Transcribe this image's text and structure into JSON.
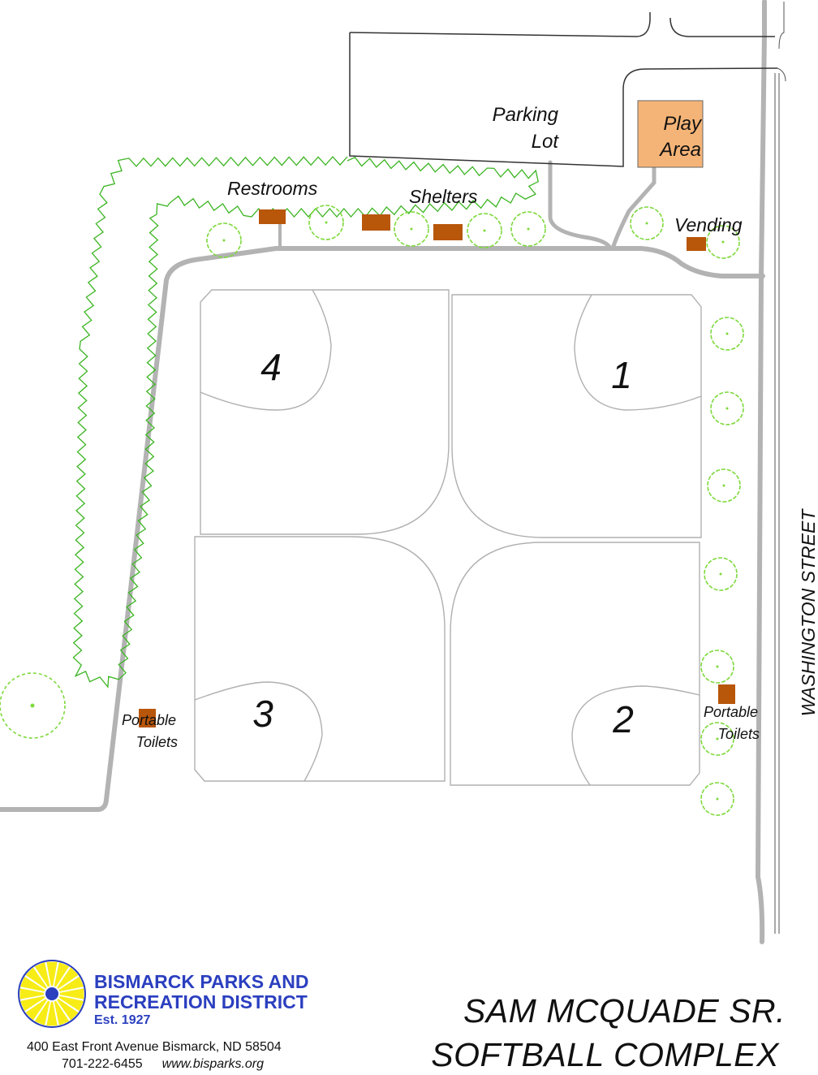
{
  "map": {
    "labels": {
      "parking": [
        "Parking",
        "Lot"
      ],
      "play": [
        "Play",
        "Area"
      ],
      "restrooms": "Restrooms",
      "shelters": "Shelters",
      "vending": "Vending",
      "toilets_left": [
        "Portable",
        "Toilets"
      ],
      "toilets_right": [
        "Portable",
        "Toilets"
      ],
      "street": "WASHINGTON STREET"
    },
    "fields": {
      "f1": "1",
      "f2": "2",
      "f3": "3",
      "f4": "4"
    },
    "colors": {
      "road": "#b3b3b3",
      "tree": "#7dd93b",
      "hedge": "#3bb521",
      "building": "#b8560a",
      "play_area": "#f5b477",
      "field_line": "#b0b0b0"
    }
  },
  "title": {
    "line1": "SAM MCQUADE SR.",
    "line2": "SOFTBALL COMPLEX"
  },
  "org": {
    "name1": "BISMARCK PARKS AND",
    "name2": "RECREATION DISTRICT",
    "est": "Est. 1927",
    "address": "400 East Front Avenue  Bismarck, ND 58504",
    "phone": "701-222-6455",
    "web": "www.bisparks.org",
    "colors": {
      "blue": "#2b3fbf",
      "yellow": "#f7ec16"
    }
  }
}
